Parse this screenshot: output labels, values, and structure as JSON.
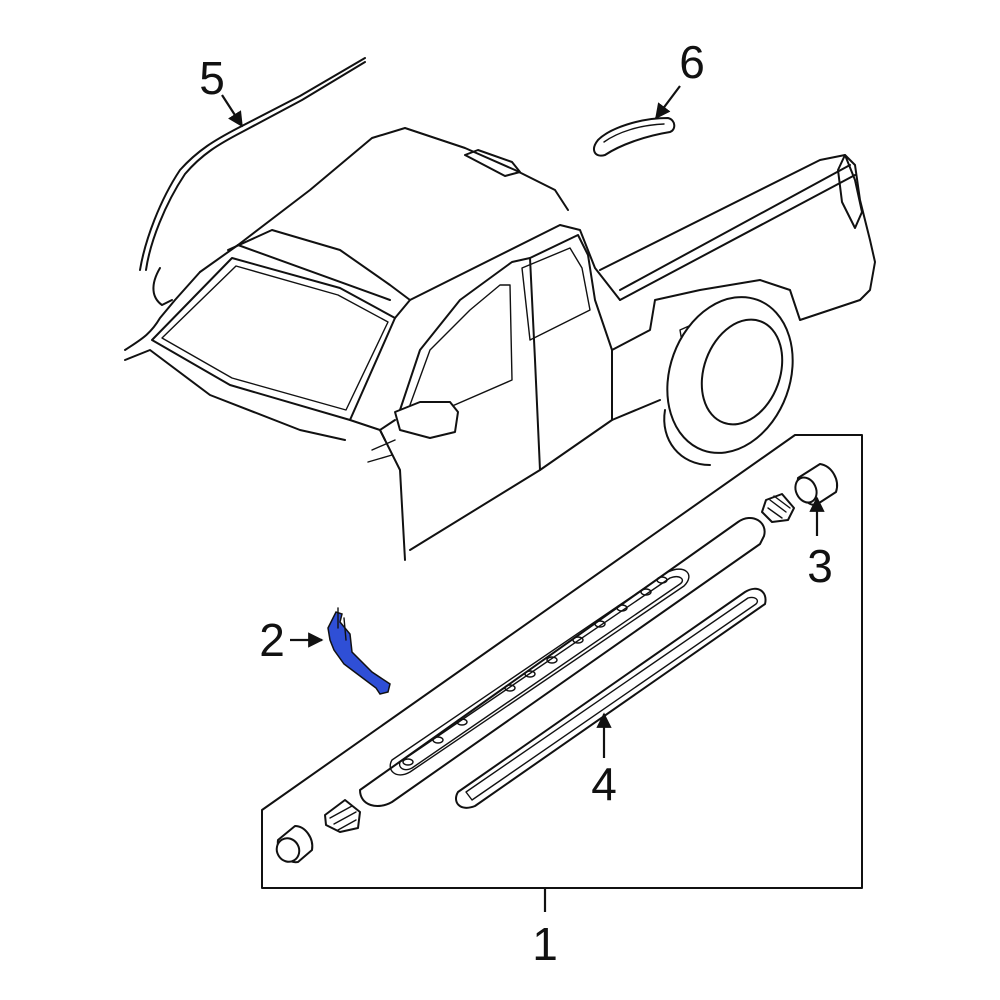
{
  "diagram": {
    "callouts": [
      {
        "id": "c1",
        "label": "1"
      },
      {
        "id": "c2",
        "label": "2"
      },
      {
        "id": "c3",
        "label": "3"
      },
      {
        "id": "c4",
        "label": "4"
      },
      {
        "id": "c5",
        "label": "5"
      },
      {
        "id": "c6",
        "label": "6"
      }
    ],
    "highlight_color": "#2f4fd6",
    "line_color": "#111111"
  }
}
